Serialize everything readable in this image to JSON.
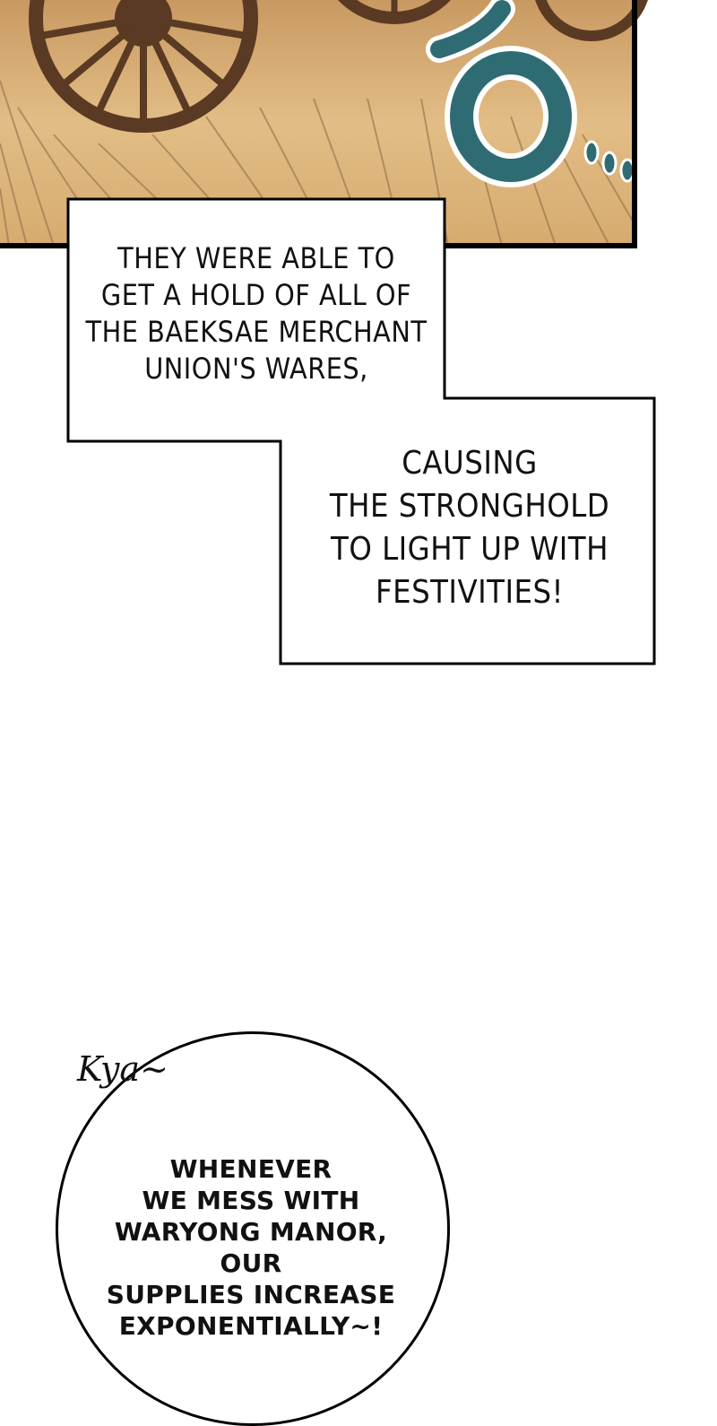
{
  "top_panel": {
    "sfx": "ㅎ...",
    "colors": {
      "ground": "#d9b27a",
      "wheel": "#5b3a24",
      "sfx": "#2f6b72",
      "border": "#000000"
    },
    "icons": [
      "wagon-wheel-icon"
    ]
  },
  "captions": [
    {
      "text": "THEY WERE ABLE TO\nGET A HOLD OF ALL OF\nTHE BAEKSAE MERCHANT\nUNION'S WARES,"
    },
    {
      "text": "CAUSING\nTHE STRONGHOLD\nTO LIGHT UP WITH\nFESTIVITIES!"
    }
  ],
  "bubble": {
    "sfx": "Kya~",
    "text": "WHENEVER\nWE MESS WITH\nWARYONG MANOR, OUR\nSUPPLIES INCREASE\nEXPONENTIALLY~!"
  }
}
